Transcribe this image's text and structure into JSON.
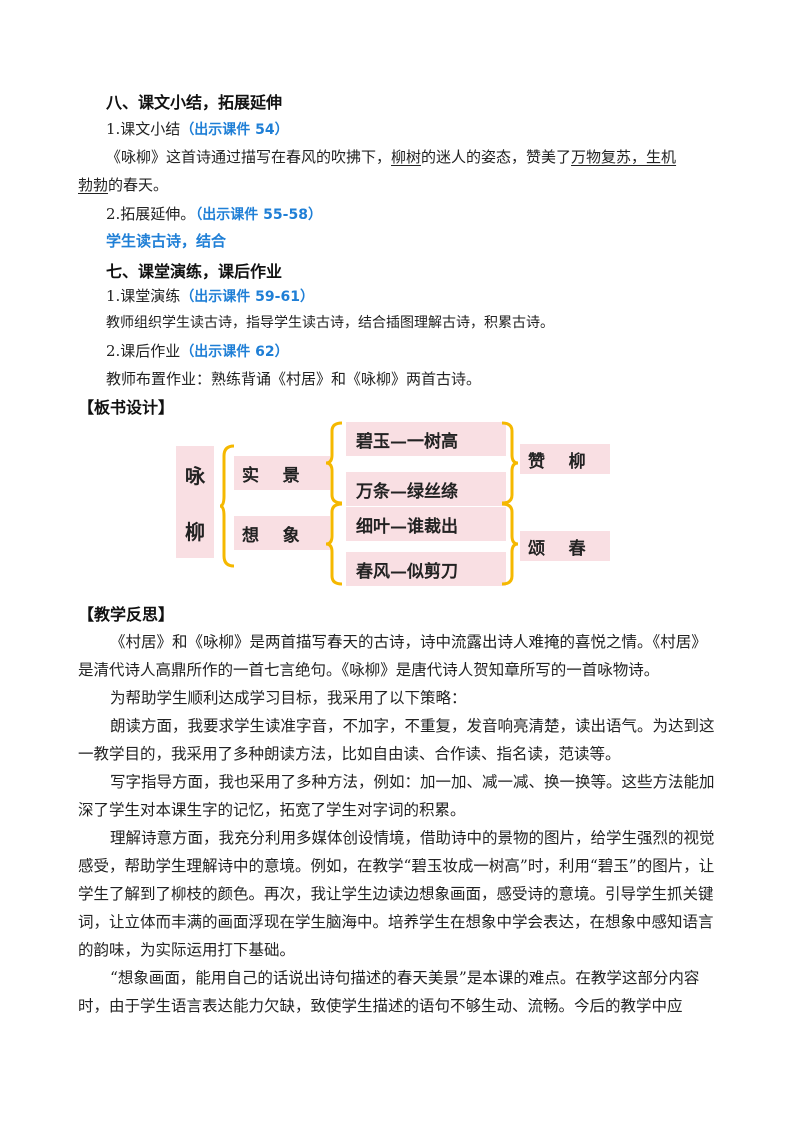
{
  "section8": {
    "title": "八、课文小结，拓展延伸",
    "item1_label": "1.课文小结",
    "item1_ref": "（出示课件 54）",
    "summary_p1": "《咏柳》这首诗通过描写在春风的吹拂下，",
    "summary_u1": "柳树",
    "summary_p2": "的迷人的姿态，赞美了",
    "summary_u2": "万物复苏，生机",
    "summary_u3": "勃勃",
    "summary_p3": "的春天。",
    "item2_label": "2.拓展延伸。",
    "item2_ref": "（出示课件 55-58）",
    "item2_text": "学生读古诗，结合"
  },
  "section7": {
    "title": "七、课堂演练，课后作业",
    "item1_label": "1.课堂演练",
    "item1_ref": "（出示课件 59-61）",
    "item1_text": "教师组织学生读古诗，指导学生读古诗，结合插图理解古诗，积累古诗。",
    "item2_label": "2.课后作业",
    "item2_ref": "（出示课件 62）",
    "item2_text": "教师布置作业：熟练背诵《村居》和《咏柳》两首古诗。"
  },
  "board": {
    "heading": "【板书设计】",
    "title_char1": "咏",
    "title_char2": "柳",
    "branch1": "实    景",
    "branch2": "想    象",
    "leaf1": "碧玉—一树高",
    "leaf2": "万条—绿丝绦",
    "leaf3": "细叶—谁裁出",
    "leaf4": "春风—似剪刀",
    "result1": "赞    柳",
    "result2": "颂    春",
    "brace_color": "#f5b800",
    "box_color": "#f9dfe3"
  },
  "reflection": {
    "heading": "【教学反思】",
    "p1": "《村居》和《咏柳》是两首描写春天的古诗，诗中流露出诗人难掩的喜悦之情。《村居》是清代诗人高鼎所作的一首七言绝句。《咏柳》是唐代诗人贺知章所写的一首咏物诗。",
    "p2": "为帮助学生顺利达成学习目标，我采用了以下策略：",
    "p3": "朗读方面，我要求学生读准字音，不加字，不重复，发音响亮清楚，读出语气。为达到这一教学目的，我采用了多种朗读方法，比如自由读、合作读、指名读，范读等。",
    "p4": "写字指导方面，我也采用了多种方法，例如：加一加、减一减、换一换等。这些方法能加深了学生对本课生字的记忆，拓宽了学生对字词的积累。",
    "p5": "理解诗意方面，我充分利用多媒体创设情境，借助诗中的景物的图片，给学生强烈的视觉感受，帮助学生理解诗中的意境。例如，在教学“碧玉妆成一树高”时，利用“碧玉”的图片，让学生了解到了柳枝的颜色。再次，我让学生边读边想象画面，感受诗的意境。引导学生抓关键词，让立体而丰满的画面浮现在学生脑海中。培养学生在想象中学会表达，在想象中感知语言的韵味，为实际运用打下基础。",
    "p6": "“想象画面，能用自己的话说出诗句描述的春天美景”是本课的难点。在教学这部分内容时，由于学生语言表达能力欠缺，致使学生描述的语句不够生动、流畅。今后的教学中应"
  }
}
